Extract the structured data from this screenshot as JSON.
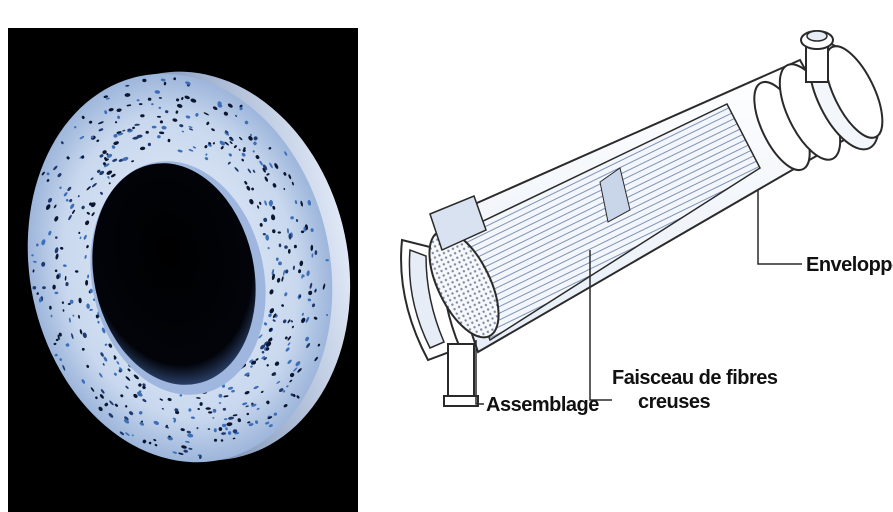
{
  "labels": {
    "envelope": "Enveloppe",
    "bundle_line1": "Faisceau de fibres",
    "bundle_line2": "creuses",
    "assembly": "Assemblage"
  },
  "colors": {
    "background": "#ffffff",
    "photo_background": "#000000",
    "fiber_tint": "#3d6fb8",
    "fiber_light": "#dbe6f5",
    "line": "#2a2a2a"
  }
}
